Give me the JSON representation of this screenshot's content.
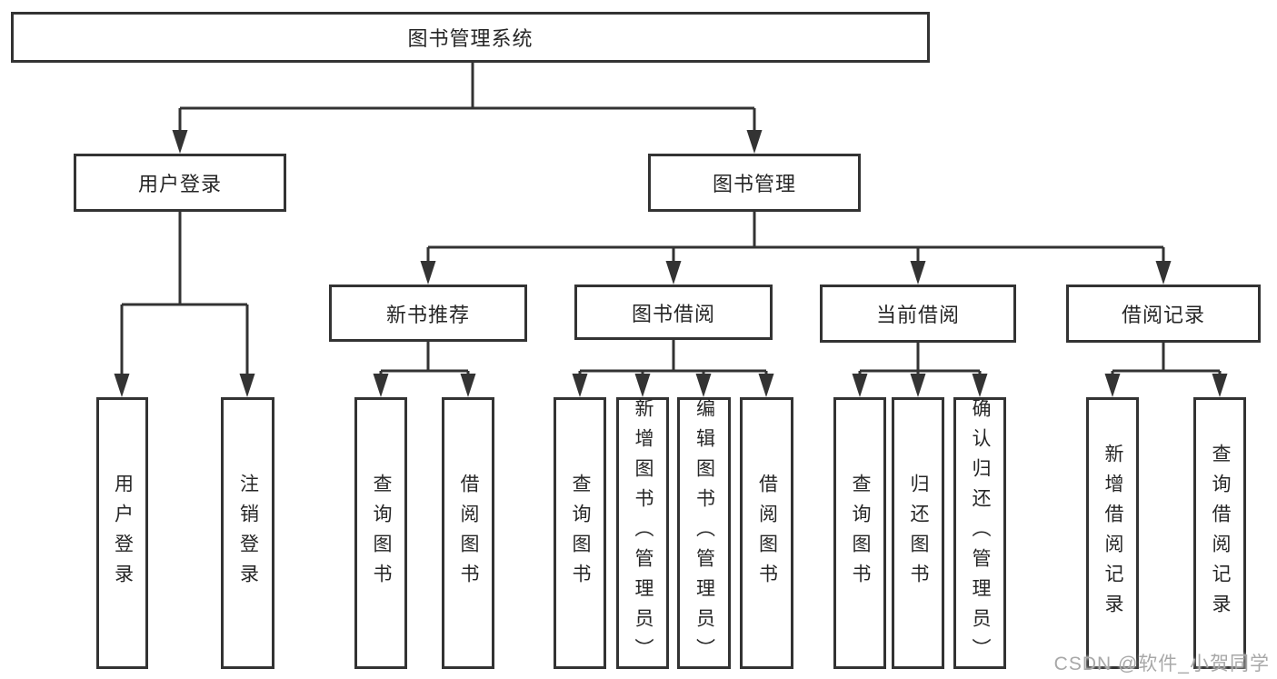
{
  "title": "图书管理系统",
  "watermark": "CSDN @软件_小贺同学",
  "colors": {
    "line": "#333333",
    "box_background": "#ffffff",
    "text": "#262626",
    "watermark": "#a8a8a8"
  },
  "tree": {
    "root": {
      "label": "图书管理系统"
    },
    "branches": [
      {
        "label": "用户登录",
        "leaves": [
          {
            "label": "用户登录"
          },
          {
            "label": "注销登录"
          }
        ]
      },
      {
        "label": "图书管理",
        "groups": [
          {
            "label": "新书推荐",
            "leaves": [
              {
                "label": "查询图书"
              },
              {
                "label": "借阅图书"
              }
            ]
          },
          {
            "label": "图书借阅",
            "leaves": [
              {
                "label": "查询图书"
              },
              {
                "label": "新增图书（管理员）"
              },
              {
                "label": "编辑图书（管理员）"
              },
              {
                "label": "借阅图书"
              }
            ]
          },
          {
            "label": "当前借阅",
            "leaves": [
              {
                "label": "查询图书"
              },
              {
                "label": "归还图书"
              },
              {
                "label": "确认归还（管理员）"
              }
            ]
          },
          {
            "label": "借阅记录",
            "leaves": [
              {
                "label": "新增借阅记录"
              },
              {
                "label": "查询借阅记录"
              }
            ]
          }
        ]
      }
    ]
  }
}
